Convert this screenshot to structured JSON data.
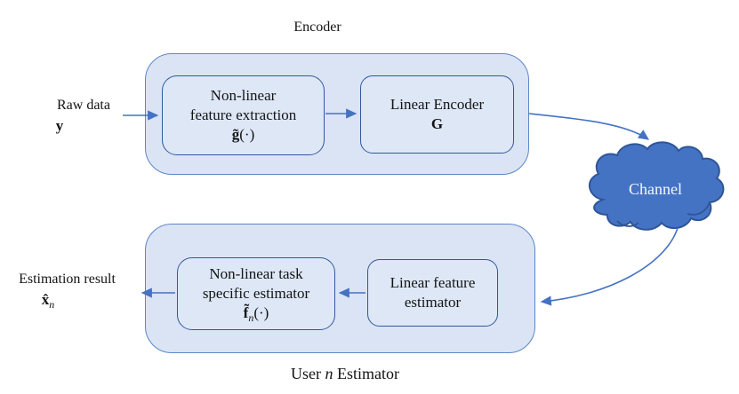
{
  "colors": {
    "box-fill": "#dbe4f4",
    "box-fill-inner": "#dde7f6",
    "outer-border": "#5d87c6",
    "inner-border": "#33589b",
    "arrow": "#4472c4",
    "cloud-fill": "#4573c4",
    "cloud-border": "#2f5597",
    "text": "#141414",
    "cloud-text": "#f2f7fd"
  },
  "encoder": {
    "title": "Encoder",
    "input": {
      "label": "Raw data",
      "symbol_bold": "y",
      "symbol_sub": ""
    },
    "feature_box": {
      "line1": "Non-linear",
      "line2": "feature extraction",
      "math_bold": "g̃",
      "math_sub": "",
      "math_rest": "(·)"
    },
    "linear_box": {
      "line1": "Linear Encoder",
      "math_bold": "G",
      "math_sub": "",
      "math_rest": ""
    }
  },
  "channel": {
    "label": "Channel"
  },
  "estimator": {
    "caption_pre": "User ",
    "caption_var": "n",
    "caption_post": " Estimator",
    "output": {
      "label": "Estimation result",
      "symbol_bold": "x̂",
      "symbol_sub": "n"
    },
    "task_box": {
      "line1": "Non-linear task",
      "line2": "specific estimator",
      "math_bold": "f̃",
      "math_sub": "n",
      "math_rest": "(·)"
    },
    "linear_box": {
      "line1": "Linear feature",
      "line2": "estimator"
    }
  }
}
